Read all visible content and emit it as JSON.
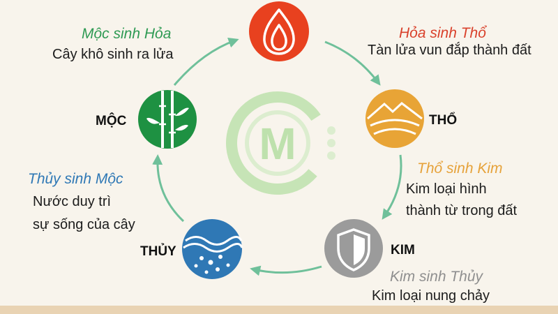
{
  "elements": {
    "hoa": {
      "color": "#e8411f",
      "icon": "flame-icon"
    },
    "tho": {
      "label": "THỔ",
      "color": "#e8a436",
      "icon": "mountain-icon"
    },
    "kim": {
      "label": "KIM",
      "color": "#9b9b9b",
      "icon": "shield-icon"
    },
    "thuy": {
      "label": "THỦY",
      "color": "#2f78b5",
      "icon": "waves-icon"
    },
    "moc": {
      "label": "MỘC",
      "color": "#1e9142",
      "icon": "bamboo-icon"
    }
  },
  "relations": {
    "moc_hoa": {
      "title": "Mộc sinh Hỏa",
      "desc": "Cây khô sinh ra lửa",
      "title_color": "#2e9a53"
    },
    "hoa_tho": {
      "title": "Hỏa sinh Thổ",
      "desc": "Tàn lửa vun đắp thành đất",
      "title_color": "#d9412b"
    },
    "tho_kim": {
      "title": "Thổ sinh Kim",
      "desc_lines": [
        "Kim loại hình",
        "thành từ trong đất"
      ],
      "title_color": "#e6a23a"
    },
    "kim_thuy": {
      "title": "Kim sinh Thủy",
      "desc": "Kim loại nung chảy",
      "title_color": "#8f8f8f"
    },
    "thuy_moc": {
      "title": "Thủy sinh Mộc",
      "desc_lines": [
        "Nước duy trì",
        "sự sống của cây"
      ],
      "title_color": "#2f78b5"
    }
  },
  "colors": {
    "arrow": "#6fc09a",
    "logo": "#8fd37b",
    "background": "#f8f4ec"
  },
  "logo": {
    "icon": "cm-logo-watermark",
    "letter": "M"
  }
}
